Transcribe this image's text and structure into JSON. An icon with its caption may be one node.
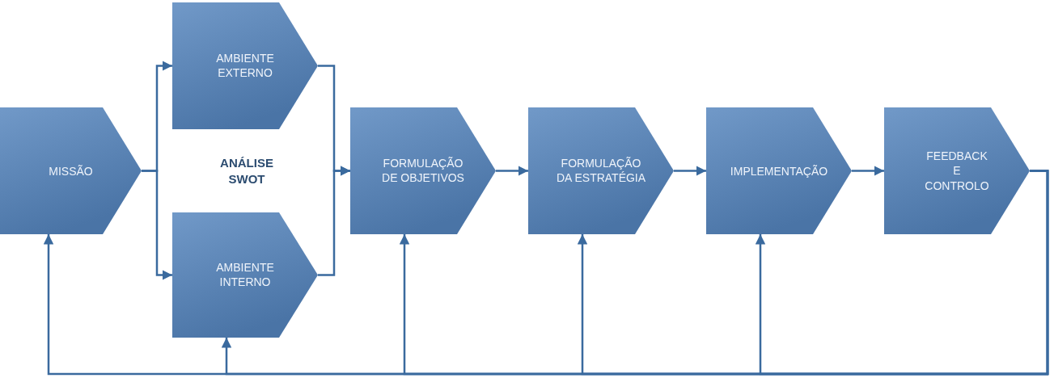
{
  "diagram": {
    "nodes": [
      {
        "text": [
          "MISSÃO"
        ]
      },
      {
        "text": [
          "AMBIENTE EXTERNO"
        ]
      },
      {
        "text": [
          "AMBIENTE INTERNO"
        ]
      },
      {
        "text": [
          "FORMULAÇÃO DE OBJETIVOS"
        ]
      },
      {
        "text": [
          "FORMULAÇÃO DA ESTRATÉGIA"
        ]
      },
      {
        "text": [
          "IMPLEMENTAÇÃO"
        ]
      },
      {
        "text": [
          "FEEDBACK E CONTROLO"
        ]
      }
    ],
    "edges": [
      {
        "from": 0,
        "to": 1,
        "arrow": "to"
      },
      {
        "from": 0,
        "to": 2,
        "arrow": "to"
      },
      {
        "from": 1,
        "to": 3,
        "arrow": "to"
      },
      {
        "from": 2,
        "to": 3,
        "arrow": "to"
      },
      {
        "from": 3,
        "to": 4,
        "arrow": "to"
      },
      {
        "from": 4,
        "to": 5,
        "arrow": "to"
      },
      {
        "from": 5,
        "to": 6,
        "arrow": "to"
      },
      {
        "from": 6,
        "to": 0,
        "arrow": "to"
      },
      {
        "from": 6,
        "to": 2,
        "arrow": "to"
      },
      {
        "from": 6,
        "to": 3,
        "arrow": "to"
      },
      {
        "from": 6,
        "to": 4,
        "arrow": "to"
      },
      {
        "from": 6,
        "to": 5,
        "arrow": "to"
      }
    ],
    "labels": [
      "ANÁLISE SWOT"
    ]
  }
}
